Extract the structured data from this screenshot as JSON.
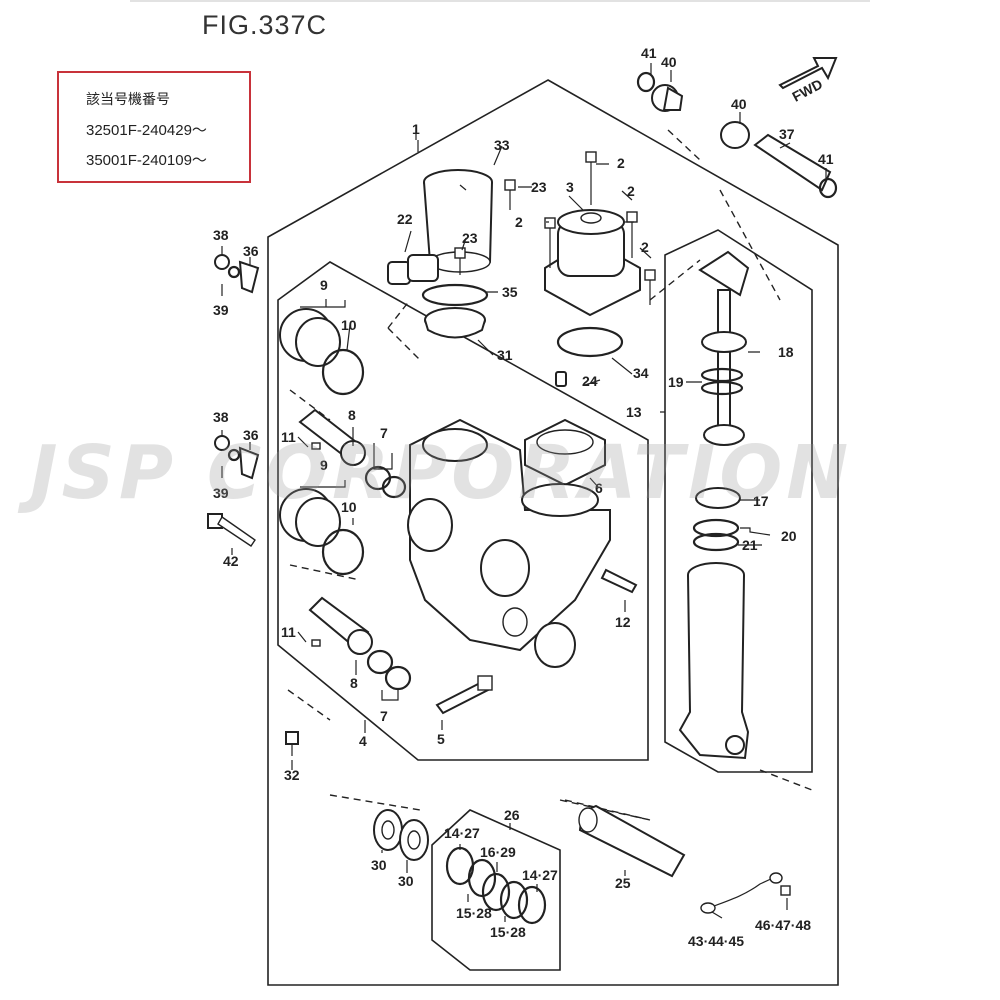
{
  "figure": {
    "title": "FIG.337C"
  },
  "note": {
    "heading": "該当号機番号",
    "serials": [
      "32501F-240429～",
      "35001F-240109～"
    ]
  },
  "watermark": {
    "text": "JSP CORPORATION"
  },
  "badge": {
    "text": "FWD"
  },
  "callouts": [
    {
      "id": "c1",
      "label": "1"
    },
    {
      "id": "c2a",
      "label": "2"
    },
    {
      "id": "c2b",
      "label": "2"
    },
    {
      "id": "c2c",
      "label": "2"
    },
    {
      "id": "c2d",
      "label": "2"
    },
    {
      "id": "c3",
      "label": "3"
    },
    {
      "id": "c4",
      "label": "4"
    },
    {
      "id": "c5",
      "label": "5"
    },
    {
      "id": "c6",
      "label": "6"
    },
    {
      "id": "c7a",
      "label": "7"
    },
    {
      "id": "c7b",
      "label": "7"
    },
    {
      "id": "c8a",
      "label": "8"
    },
    {
      "id": "c8b",
      "label": "8"
    },
    {
      "id": "c9a",
      "label": "9"
    },
    {
      "id": "c9b",
      "label": "9"
    },
    {
      "id": "c10a",
      "label": "10"
    },
    {
      "id": "c10b",
      "label": "10"
    },
    {
      "id": "c11a",
      "label": "11"
    },
    {
      "id": "c11b",
      "label": "11"
    },
    {
      "id": "c12",
      "label": "12"
    },
    {
      "id": "c13",
      "label": "13"
    },
    {
      "id": "c17",
      "label": "17"
    },
    {
      "id": "c18",
      "label": "18"
    },
    {
      "id": "c19",
      "label": "19"
    },
    {
      "id": "c20",
      "label": "20"
    },
    {
      "id": "c21",
      "label": "21"
    },
    {
      "id": "c22",
      "label": "22"
    },
    {
      "id": "c23a",
      "label": "23"
    },
    {
      "id": "c23b",
      "label": "23"
    },
    {
      "id": "c24",
      "label": "24"
    },
    {
      "id": "c25",
      "label": "25"
    },
    {
      "id": "c26",
      "label": "26"
    },
    {
      "id": "c30a",
      "label": "30"
    },
    {
      "id": "c30b",
      "label": "30"
    },
    {
      "id": "c31",
      "label": "31"
    },
    {
      "id": "c32",
      "label": "32"
    },
    {
      "id": "c33",
      "label": "33"
    },
    {
      "id": "c34",
      "label": "34"
    },
    {
      "id": "c35",
      "label": "35"
    },
    {
      "id": "c36a",
      "label": "36"
    },
    {
      "id": "c36b",
      "label": "36"
    },
    {
      "id": "c37",
      "label": "37"
    },
    {
      "id": "c38a",
      "label": "38"
    },
    {
      "id": "c38b",
      "label": "38"
    },
    {
      "id": "c39a",
      "label": "39"
    },
    {
      "id": "c39b",
      "label": "39"
    },
    {
      "id": "c40a",
      "label": "40"
    },
    {
      "id": "c40b",
      "label": "40"
    },
    {
      "id": "c41a",
      "label": "41"
    },
    {
      "id": "c41b",
      "label": "41"
    },
    {
      "id": "c42",
      "label": "42"
    },
    {
      "id": "c1427a",
      "label": "14·27"
    },
    {
      "id": "c1427b",
      "label": "14·27"
    },
    {
      "id": "c1629",
      "label": "16·29"
    },
    {
      "id": "c1528a",
      "label": "15·28"
    },
    {
      "id": "c1528b",
      "label": "15·28"
    },
    {
      "id": "c434445",
      "label": "43·44·45"
    },
    {
      "id": "c464748",
      "label": "46·47·48"
    }
  ]
}
